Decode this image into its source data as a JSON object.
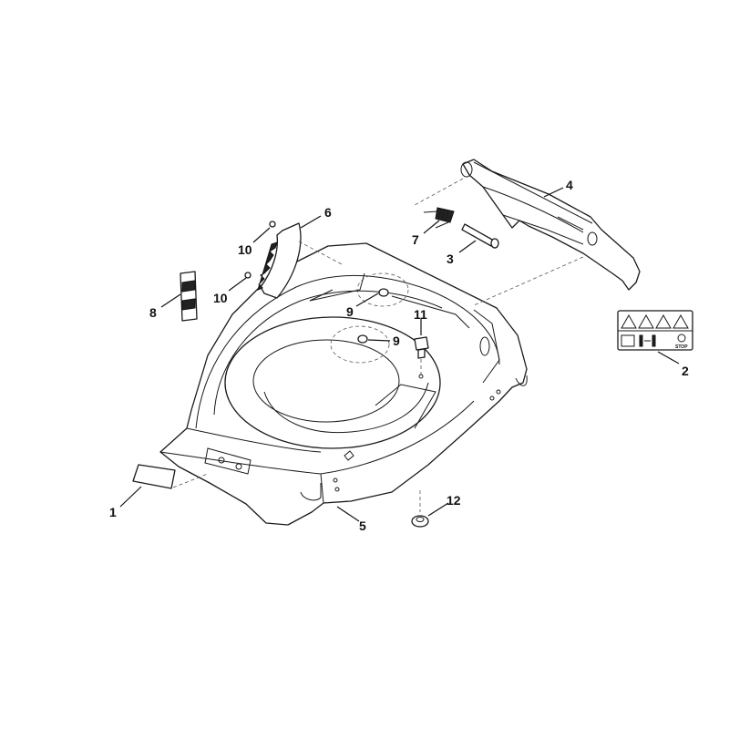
{
  "callouts": [
    {
      "id": "c1",
      "label": "1"
    },
    {
      "id": "c2",
      "label": "2"
    },
    {
      "id": "c3",
      "label": "3"
    },
    {
      "id": "c4",
      "label": "4"
    },
    {
      "id": "c5",
      "label": "5"
    },
    {
      "id": "c6",
      "label": "6"
    },
    {
      "id": "c7",
      "label": "7"
    },
    {
      "id": "c8",
      "label": "8"
    },
    {
      "id": "c9a",
      "label": "9"
    },
    {
      "id": "c9b",
      "label": "9"
    },
    {
      "id": "c10a",
      "label": "10"
    },
    {
      "id": "c10b",
      "label": "10"
    },
    {
      "id": "c11",
      "label": "11"
    },
    {
      "id": "c12",
      "label": "12"
    }
  ],
  "decal_text": "STOP",
  "colors": {
    "line": "#1a1a1a",
    "background": "#ffffff"
  }
}
